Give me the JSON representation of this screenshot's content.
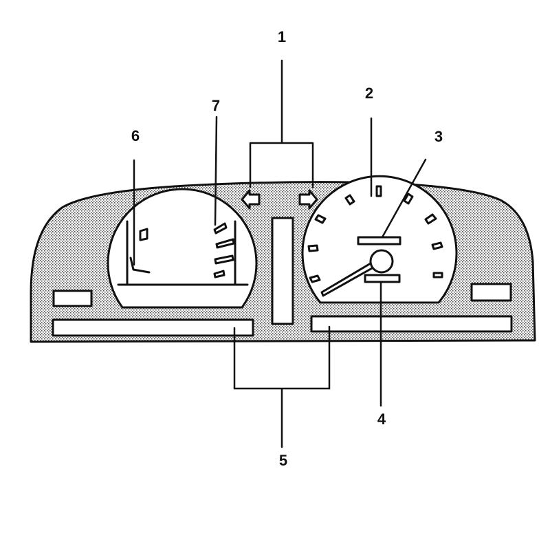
{
  "callouts": [
    {
      "id": "1",
      "label": "1"
    },
    {
      "id": "2",
      "label": "2"
    },
    {
      "id": "3",
      "label": "3"
    },
    {
      "id": "4",
      "label": "4"
    },
    {
      "id": "5",
      "label": "5"
    },
    {
      "id": "6",
      "label": "6"
    },
    {
      "id": "7",
      "label": "7"
    }
  ],
  "colors": {
    "ink": "#111111",
    "panel_fill": "stippled grey",
    "background": "#ffffff"
  }
}
